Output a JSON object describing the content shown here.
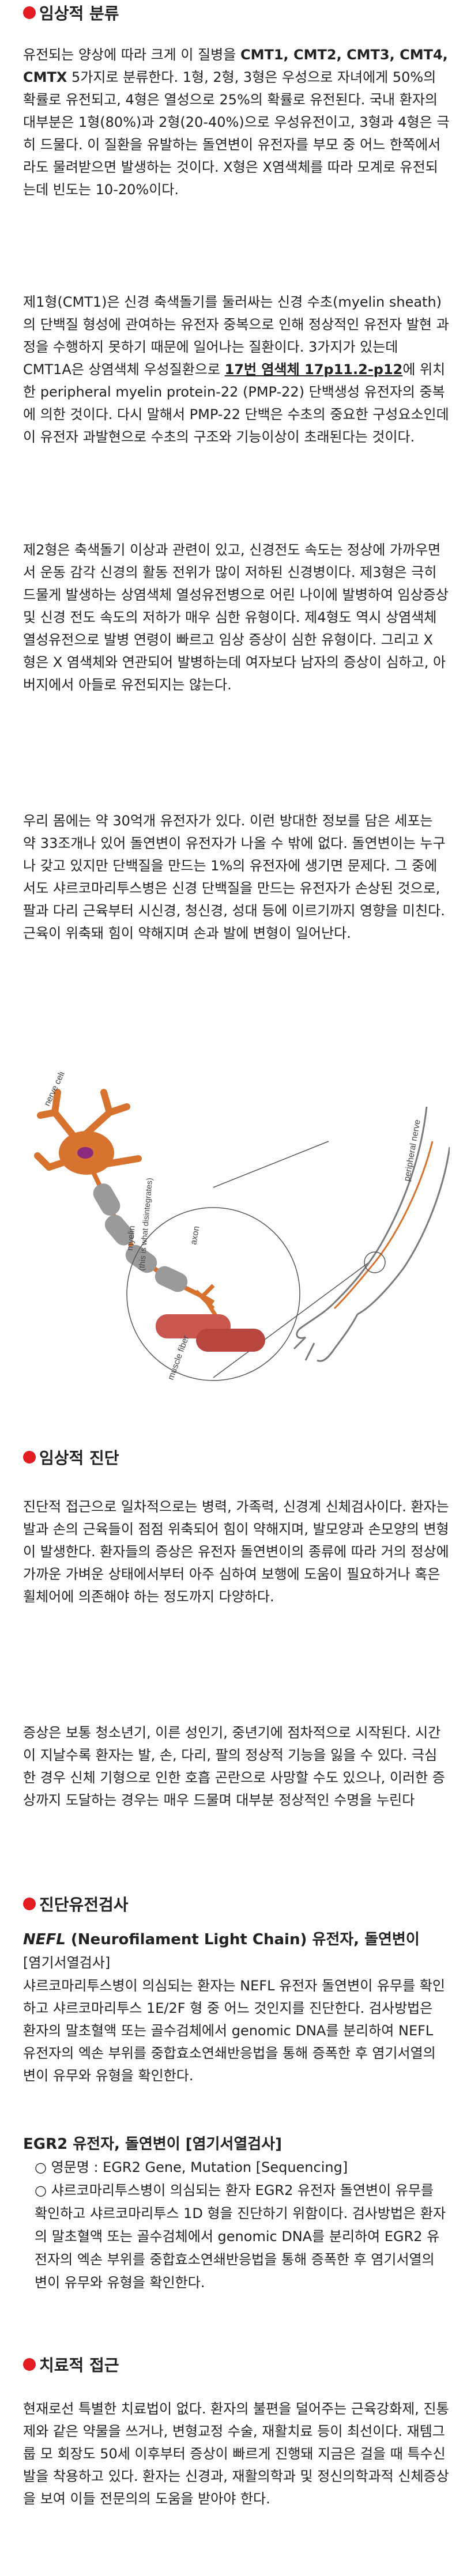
{
  "sections": {
    "classification": {
      "heading": "임상적 분류",
      "p1": {
        "a": "유전되는 양상에 따라 크게 이 질병을 ",
        "b": "CMT1, CMT2, CMT3, CMT4, CMTX",
        "c": " 5가지로 분류한다. 1형, 2형, 3형은 우성으로 자녀에게 50%의 확률로 유전되고, 4형은 열성으로 25%의 확률로 유전된다. 국내 환자의 대부분은 1형(80%)과 2형(20-40%)으로 우성유전이고, 3형과 4형은 극히 드물다. 이 질환을 유발하는 돌연변이 유전자를 부모 중 어느 한쪽에서라도 물려받으면 발생하는 것이다. X형은 X염색체를 따라 모계로 유전되는데 빈도는 10-20%이다."
      },
      "p2": {
        "a": "제1형(CMT1)은 신경 축색돌기를 둘러싸는 신경 수초(myelin sheath)의 단백질 형성에 관여하는 유전자 중복으로 인해 정상적인 유전자 발현 과정을 수행하지 못하기 때문에 일어나는 질환이다. 3가지가 있는데 CMT1A은 상염색체 우성질환으로 ",
        "b": "17번 염색체 17p11.2-p12",
        "c": "에 위치한 peripheral myelin protein-22 (PMP-22) 단백생성 유전자의 중복에 의한 것이다. 다시 말해서 PMP-22 단백은 수초의 중요한 구성요소인데 이 유전자 과발현으로 수초의 구조와 기능이상이 초래된다는 것이다."
      },
      "p3": "제2형은 축색돌기 이상과 관련이 있고, 신경전도 속도는 정상에 가까우면서 운동 감각 신경의 활동 전위가 많이 저하된 신경병이다. 제3형은 극히 드물게 발생하는 상염색체 열성유전병으로 어린 나이에 발병하여 임상증상 및 신경 전도 속도의 저하가 매우 심한 유형이다. 제4형도 역시 상염색체 열성유전으로 발병 연령이 빠르고 임상 증상이 심한 유형이다. 그리고 X 형은 X 염색체와 연관되어 발병하는데 여자보다 남자의 증상이 심하고, 아버지에서 아들로 유전되지는 않는다.",
      "p4": "우리 몸에는 약 30억개 유전자가 있다. 이런 방대한 정보를 담은 세포는 약 33조개나 있어 돌연변이 유전자가 나올 수 밖에 없다. 돌연변이는 누구나 갖고 있지만 단백질을 만드는 1%의 유전자에 생기면 문제다. 그 중에서도 샤르코마리투스병은 신경 단백질을 만드는 유전자가 손상된 것으로, 팔과 다리 근육부터 시신경, 청신경, 성대 등에 이르기까지 영향을 미친다. 근육이 위축돼 힘이 약해지며 손과 발에 변형이 일어난다."
    },
    "figure": {
      "labels": {
        "nerve_cell": "nerve cell",
        "myelin": "myelin",
        "myelin_note": "(this is what disintegrates)",
        "axon": "axon",
        "muscle_fiber": "muscle fiber",
        "peripheral_nerve": "peripheral nerve"
      },
      "colors": {
        "myelin": "#d7732f",
        "axon": "#9a9a9a",
        "muscle": "#c9574f",
        "dot": "#e31b23"
      }
    },
    "diagnosis": {
      "heading": "임상적 진단",
      "p1": "진단적 접근으로 일차적으로는 병력, 가족력, 신경계 신체검사이다. 환자는 발과 손의 근육들이 점점 위축되어 힘이 약해지며, 발모양과 손모양의 변형이 발생한다. 환자들의 증상은 유전자 돌연변이의 종류에 따라 거의 정상에 가까운 가벼운 상태에서부터 아주 심하여 보행에 도움이 필요하거나 혹은 휠체어에 의존해야 하는 정도까지 다양하다.",
      "p2": "증상은 보통 청소년기, 이른 성인기, 중년기에 점차적으로 시작된다. 시간이 지날수록 환자는 발, 손, 다리, 팔의 정상적 기능을 잃을 수 있다. 극심한 경우 신체 기형으로 인한 호흡 곤란으로 사망할 수도 있으나, 이러한 증상까지 도달하는 경우는 매우 드물며 대부분 정상적인 수명을 누린다"
    },
    "genetic_test": {
      "heading": "진단유전검사",
      "nefl_gene": "NEFL",
      "nefl_title": " (Neurofilament Light Chain) 유전자, 돌연변이",
      "nefl_category": "[염기서열검사]",
      "nefl_body": "샤르코마리투스병이 의심되는 환자는 NEFL 유전자 돌연변이 유무를 확인하고 샤르코마리투스 1E/2F 형 중 어느 것인지를 진단한다. 검사방법은 환자의 말초혈액 또는 골수검체에서 genomic DNA를 분리하여 NEFL 유전자의 엑손 부위를 중합효소연쇄반응법을 통해 증폭한 후 염기서열의 변이 유무와 유형을 확인한다.",
      "egr2_title": "EGR2 유전자, 돌연변이 [염기서열검사]",
      "egr2_item1": "○ 영문명 : EGR2 Gene, Mutation [Sequencing]",
      "egr2_item2": "○ 샤르코마리투스병이 의심되는 환자 EGR2 유전자 돌연변이 유무를 확인하고 샤르코마리투스 1D 형을 진단하기 위함이다. 검사방법은 환자의 말초혈액 또는 골수검체에서 genomic DNA를 분리하여 EGR2 유전자의 엑손 부위를 중합효소연쇄반응법을 통해 증폭한 후 염기서열의 변이 유무와 유형을 확인한다."
    },
    "treatment": {
      "heading": "치료적 접근",
      "p1": "현재로선 특별한 치료법이 없다. 환자의 불편을 덜어주는 근육강화제, 진통제와 같은 약물을 쓰거나, 변형교정 수술, 재활치료 등이 최선이다. 재템그룹 모 회장도 50세 이후부터 증상이 빠르게 진행돼 지금은 걸을 때 특수신발을 착용하고 있다. 환자는 신경과, 재활의학과 및 정신의학과적 신체증상을 보여 이들 전문의의 도움을 받아야 한다."
    }
  }
}
